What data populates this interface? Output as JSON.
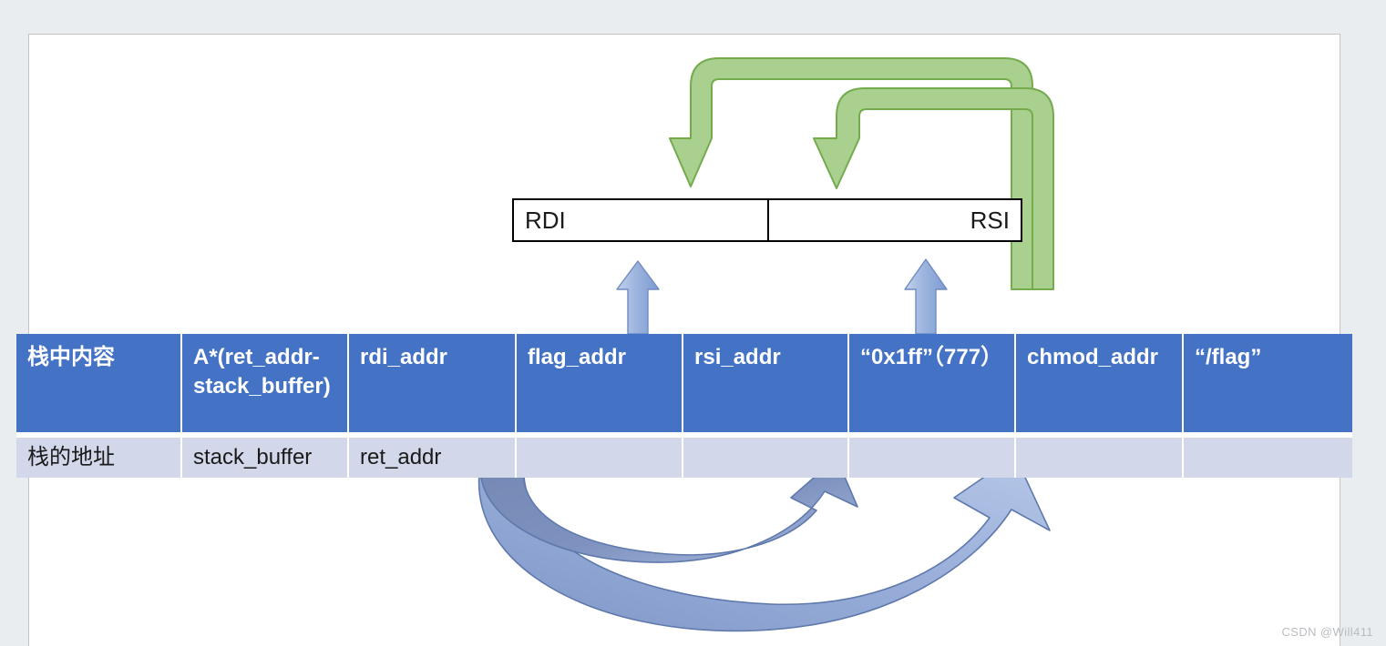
{
  "diagram": {
    "title": "Stack layout for ROP chain setting RDI/RSI and calling chmod",
    "registers": {
      "left_label": "RDI",
      "right_label": "RSI"
    },
    "table": {
      "columns": 8,
      "rows": [
        {
          "name": "stack-contents",
          "style": "header",
          "cells": [
            "栈中内容",
            "A*(ret_addr-stack_buffer)",
            "rdi_addr",
            "flag_addr",
            "rsi_addr",
            "“0x1ff”（777）",
            "chmod_addr",
            "“/flag”"
          ]
        },
        {
          "name": "stack-addresses",
          "style": "body",
          "cells": [
            "栈的地址",
            "stack_buffer",
            "ret_addr",
            "",
            "",
            "",
            "",
            ""
          ]
        }
      ]
    },
    "arrows": [
      {
        "name": "green-elbow-arrow-to-rdi",
        "color": "#a9d08e",
        "from": "chmod/flag region",
        "to": "RDI"
      },
      {
        "name": "green-elbow-arrow-to-rsi",
        "color": "#a9d08e",
        "from": "chmod/flag region",
        "to": "RSI"
      },
      {
        "name": "blue-up-arrow-flag-addr-to-rdi",
        "color": "#8faadc",
        "from": "flag_addr",
        "to": "RDI"
      },
      {
        "name": "blue-up-arrow-0x1ff-to-rsi",
        "color": "#8faadc",
        "from": "“0x1ff”（777）",
        "to": "RSI"
      },
      {
        "name": "blue-curved-arrow-ret-addr-to-rsi-addr",
        "color": "#7f96c4",
        "from": "ret_addr",
        "to": "rsi_addr"
      },
      {
        "name": "blue-curved-arrow-ret-addr-to-chmod-addr",
        "color": "#8faadc",
        "from": "ret_addr",
        "to": "chmod_addr"
      }
    ],
    "colors": {
      "header_blue": "#4472C4",
      "body_blue": "#D2D7EA",
      "green_arrow": "#A9D08E",
      "green_arrow_stroke": "#70AD47",
      "blue_arrow_light": "#B4C7E7",
      "blue_arrow_dark": "#7F9FD4",
      "page_background": "#EAEDEF"
    }
  },
  "watermark": {
    "text": "CSDN @Will411"
  }
}
